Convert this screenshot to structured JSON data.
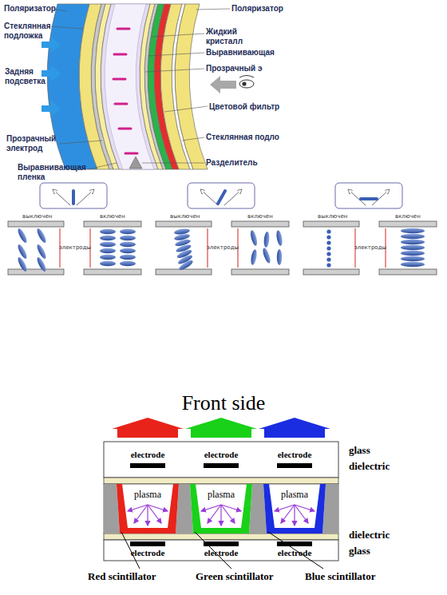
{
  "diagram": {
    "title": "Front side",
    "nodes": [
      {
        "text": [
          "plasma"
        ]
      },
      {
        "text": [
          "plasma"
        ]
      },
      {
        "text": [
          "plasma"
        ]
      }
    ],
    "labels": [
      "Поляризатор",
      "Поляризатор",
      "Стеклянная подложка",
      "Жидкий кристалл",
      "Выравнивающая",
      "Задняя подсветка",
      "Прозрачный э",
      "Цветовой фильтр",
      "Прозрачный электрод",
      "Стеклянная подло",
      "Выравнивающая пленка",
      "Разделитель",
      "выключен",
      "включен",
      "электроды",
      "выключен",
      "включен",
      "электроды",
      "выключен",
      "включен",
      "электроды",
      "electrode",
      "electrode",
      "electrode",
      "glass",
      "dielectric",
      "dielectric",
      "glass",
      "electrode",
      "electrode",
      "electrode",
      "Red scintillator",
      "Green scintillator",
      "Blue scintillator"
    ]
  }
}
